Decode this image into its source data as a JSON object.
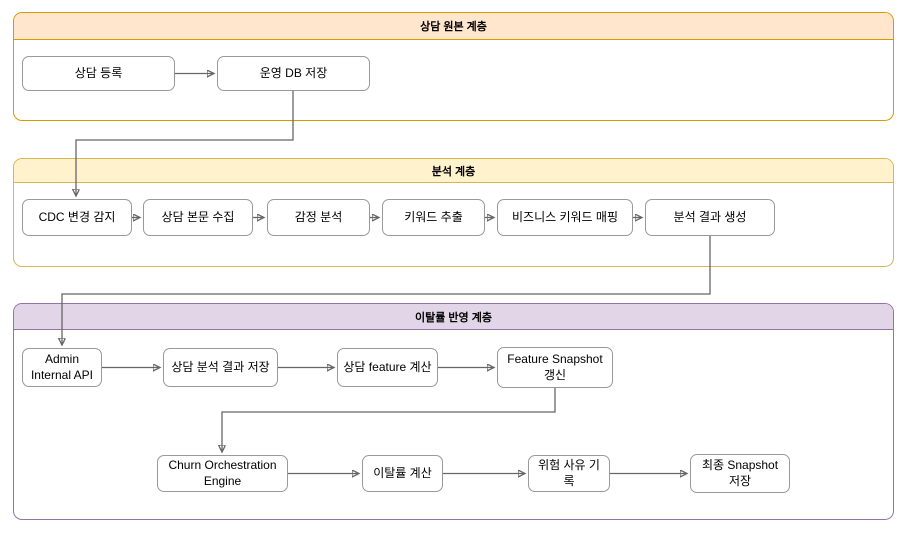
{
  "diagram": {
    "type": "flowchart",
    "layers": [
      {
        "title": "상담 원본 계층",
        "header_fill": "#FFE6CC",
        "border_color": "#D79B00",
        "nodes": [
          {
            "label": "상담 등록"
          },
          {
            "label": "운영 DB 저장"
          }
        ]
      },
      {
        "title": "분석 계층",
        "header_fill": "#FFF2CC",
        "border_color": "#D6B656",
        "nodes": [
          {
            "label": "CDC 변경 감지"
          },
          {
            "label": "상담 본문 수집"
          },
          {
            "label": "감정 분석"
          },
          {
            "label": "키워드 추출"
          },
          {
            "label": "비즈니스 키워드 매핑"
          },
          {
            "label": "분석 결과 생성"
          }
        ]
      },
      {
        "title": "이탈률 반영 계층",
        "header_fill": "#E1D5E7",
        "border_color": "#9673A6",
        "rows": [
          [
            {
              "label": "Admin Internal API"
            },
            {
              "label": "상담 분석 결과 저장"
            },
            {
              "label": "상담 feature 계산"
            },
            {
              "label": "Feature Snapshot 갱신"
            }
          ],
          [
            {
              "label": "Churn Orchestration Engine"
            },
            {
              "label": "이탈률 계산"
            },
            {
              "label": "위험 사유 기록"
            },
            {
              "label": "최종 Snapshot 저장"
            }
          ]
        ]
      }
    ],
    "edges": [
      {
        "from": "상담 등록",
        "to": "운영 DB 저장"
      },
      {
        "from": "운영 DB 저장",
        "to": "CDC 변경 감지"
      },
      {
        "from": "CDC 변경 감지",
        "to": "상담 본문 수집"
      },
      {
        "from": "상담 본문 수집",
        "to": "감정 분석"
      },
      {
        "from": "감정 분석",
        "to": "키워드 추출"
      },
      {
        "from": "키워드 추출",
        "to": "비즈니스 키워드 매핑"
      },
      {
        "from": "비즈니스 키워드 매핑",
        "to": "분석 결과 생성"
      },
      {
        "from": "분석 결과 생성",
        "to": "Admin Internal API"
      },
      {
        "from": "Admin Internal API",
        "to": "상담 분석 결과 저장"
      },
      {
        "from": "상담 분석 결과 저장",
        "to": "상담 feature 계산"
      },
      {
        "from": "상담 feature 계산",
        "to": "Feature Snapshot 갱신"
      },
      {
        "from": "Feature Snapshot 갱신",
        "to": "Churn Orchestration Engine"
      },
      {
        "from": "Churn Orchestration Engine",
        "to": "이탈률 계산"
      },
      {
        "from": "이탈률 계산",
        "to": "위험 사유 기록"
      },
      {
        "from": "위험 사유 기록",
        "to": "최종 Snapshot 저장"
      }
    ],
    "colors": {
      "node_fill": "#FFFFFF",
      "node_border": "#999999",
      "edge": "#666666",
      "text": "#000000"
    }
  }
}
